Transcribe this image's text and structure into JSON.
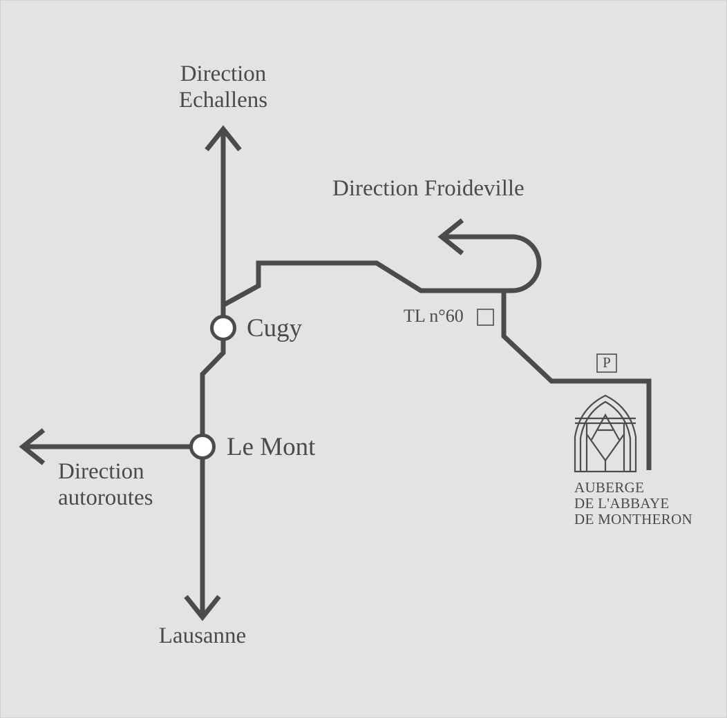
{
  "map": {
    "colors": {
      "background": "#e3e3e3",
      "road": "#4b4b4d",
      "text": "#4a4a4a",
      "marker_fill": "#ffffff"
    },
    "destinations": {
      "north_line1": "Direction",
      "north_line2": "Echallens",
      "east": "Direction Froideville",
      "west_line1": "Direction",
      "west_line2": "autoroutes",
      "south": "Lausanne"
    },
    "towns": {
      "cugy": "Cugy",
      "le_mont": "Le Mont"
    },
    "bus_stop": "TL n°60",
    "parking": "P",
    "venue": {
      "line1": "AUBERGE",
      "line2": "DE L'ABBAYE",
      "line3": "DE MONTHERON",
      "logo_icon": "abbey-arch-logo-icon"
    }
  }
}
